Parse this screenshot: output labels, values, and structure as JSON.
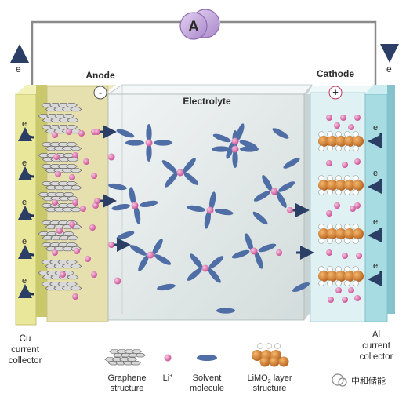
{
  "ammeter": {
    "symbol": "A"
  },
  "electrons": {
    "symbol": "e"
  },
  "electrodes": {
    "anode": {
      "label": "Anode",
      "sign": "-"
    },
    "cathode": {
      "label": "Cathode",
      "sign": "+"
    }
  },
  "electrolyte": {
    "label": "Electrolyte"
  },
  "collectors": {
    "cu": {
      "lines": [
        "Cu",
        "current",
        "collector"
      ]
    },
    "al": {
      "lines": [
        "Al",
        "current",
        "collector"
      ]
    }
  },
  "legend": {
    "graphene": [
      "Graphene",
      "structure"
    ],
    "li": "Li",
    "li_superscript": "+",
    "solvent": [
      "Solvent",
      "molecule"
    ],
    "limo2": {
      "prefix": "LiMO",
      "sub": "2",
      "suffix": " layer",
      "line2": "structure"
    }
  },
  "watermark": "中和储能",
  "colors": {
    "cu_collector": "#e8e79a",
    "al_collector": "#a8dce3",
    "anode_fill": "#e6dfae",
    "cathode_fill": "#dff1f3",
    "electrolyte": "#e4e9e9",
    "li_ion": "#d96aa7",
    "solvent": "#4f6ea6",
    "metal_atom": "#d9832f",
    "arrow": "#2b3f66",
    "wire": "#8a8a8a",
    "ammeter": "#c4a6dc"
  }
}
